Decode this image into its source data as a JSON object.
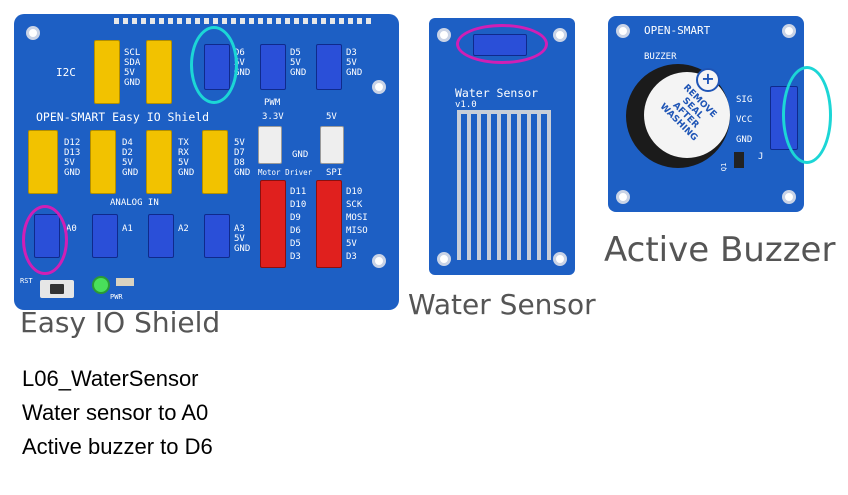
{
  "shield": {
    "caption": "Easy IO Shield",
    "title": "OPEN-SMART Easy IO Shield",
    "labels": {
      "i2c": "I2C",
      "i2c_pins": "SCL\nSDA\n5V\nGND",
      "d6_pins": "D6\n5V\nGND",
      "d5_pins": "D5\n5V\nGND",
      "d3_pins": "D3\n5V\nGND",
      "pwm": "PWM",
      "v33": "3.3V",
      "v5": "5V",
      "gnd": "GND",
      "row1_a": "D12\nD13\n5V\nGND",
      "row1_b": "D4\nD2\n5V\nGND",
      "row1_c": "TX\nRX\n5V\nGND",
      "row1_d": "5V\nD7\nD8\nGND",
      "motor_driver": "Motor Driver",
      "spi": "SPI",
      "motor_pins": "D11\nD10\nD9\nD6\nD5\nD3",
      "spi_pins": "D10\nSCK\nMOSI\nMISO\n5V\nD3",
      "analog_in": "ANALOG IN",
      "a0": "A0",
      "a1": "A1",
      "a2": "A2",
      "a3_pins": "A3\n5V\nGND",
      "rst": "RST",
      "pwr": "PWR"
    }
  },
  "water_sensor": {
    "caption": "Water Sensor",
    "title": "Water Sensor",
    "version": "v1.0"
  },
  "buzzer": {
    "caption": "Active Buzzer",
    "brand": "OPEN-SMART",
    "label": "BUZZER",
    "seal_text": "REMOVE\nSEAL\nAFTER\nWASHING",
    "pins": "SIG\nVCC\nGND",
    "q1": "Q1",
    "j": "J"
  },
  "notes": [
    "L06_WaterSensor",
    "Water sensor to A0",
    "Active buzzer to D6"
  ],
  "colors": {
    "board_blue": "#1d5fc4",
    "highlight_cyan": "#1cd6d6",
    "highlight_magenta": "#d01fb5",
    "caption_grey": "#555555"
  }
}
